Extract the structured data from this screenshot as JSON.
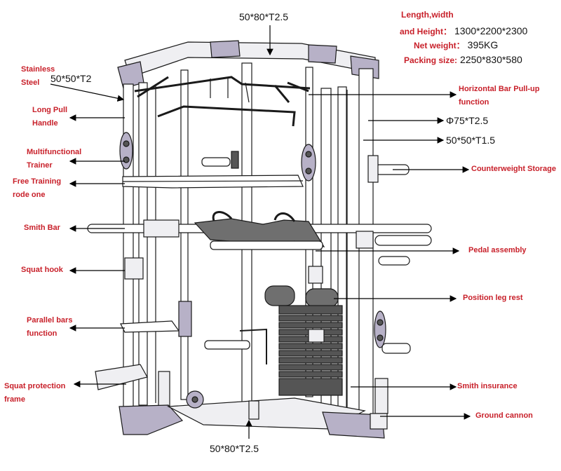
{
  "labels": {
    "stainless_steel_1": "Stainless",
    "stainless_steel_2": "Steel",
    "long_pull_1": "Long Pull",
    "long_pull_2": "Handle",
    "multi_1": "Multifunctional",
    "multi_2": "Trainer",
    "free_1": "Free Training",
    "free_2": "rode one",
    "smith_bar": "Smith Bar",
    "squat_hook": "Squat hook",
    "parallel_1": "Parallel bars",
    "parallel_2": "function",
    "squat_prot_1": "Squat protection",
    "squat_prot_2": "frame",
    "horizontal_1": "Horizontal Bar Pull-up",
    "horizontal_2": "function",
    "counterweight": "Counterweight Storage",
    "pedal": "Pedal assembly",
    "leg_rest": "Position leg rest",
    "smith_insurance": "Smith insurance",
    "ground_cannon": "Ground cannon"
  },
  "dimensions": {
    "top_tube": "50*80*T2.5",
    "bottom_tube": "50*80*T2.5",
    "side_tube": "50*50*T2",
    "round_tube": "Φ75*T2.5",
    "upright_tube": "50*50*T1.5"
  },
  "specs": {
    "size_label_1": "Length,width",
    "size_label_2": "and Height：",
    "size_value": "1300*2200*2300",
    "weight_label": "Net weight：",
    "weight_value": "395KG",
    "packing_label": "Packing size:",
    "packing_value": "2250*830*580"
  },
  "colors": {
    "label_red": "#c8202a",
    "frame_stroke": "#1a1a1a",
    "plate_fill": "#b7b1c7",
    "pad_fill": "#6f6f6f"
  }
}
